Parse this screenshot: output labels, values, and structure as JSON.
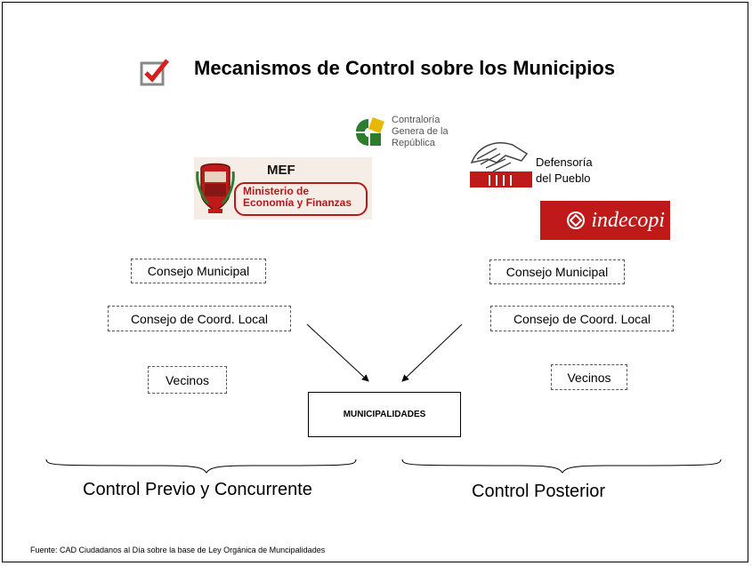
{
  "title": "Mecanismos de Control sobre los Municipios",
  "icons": {
    "title_icon": "checkbox-checked-icon"
  },
  "logos": {
    "contraloria": "Contraloría\nGenera de la\nRepública",
    "defensoria": "Defensoría\ndel Pueblo",
    "mef_title": "MEF",
    "mef_sub": "Ministerio de\nEconomía y Finanzas",
    "indecopi": "indecopi"
  },
  "left_boxes": [
    "Consejo Municipal",
    "Consejo de Coord. Local",
    "Vecinos"
  ],
  "right_boxes": [
    "Consejo Municipal",
    "Consejo de Coord. Local",
    "Vecinos"
  ],
  "center_box": "MUNICIPALIDADES",
  "control_left": "Control Previo y Concurrente",
  "control_right": "Control Posterior",
  "source": "Fuente: CAD Ciudadanos al Día sobre la base de Ley Orgánica de Muncipalidades",
  "colors": {
    "check_red": "#d91e1e",
    "indecopi_red": "#c0191a",
    "mef_red": "#b31a1a",
    "contraloria_green": "#2e7d2e",
    "contraloria_yellow": "#e6b800"
  }
}
